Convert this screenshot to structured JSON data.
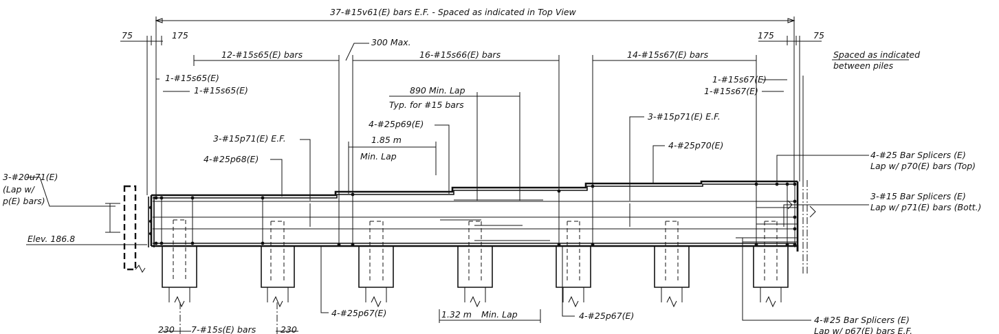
{
  "labels": {
    "top_bars": "37-#15v61(E) bars E.F. - Spaced as indicated in Top View",
    "dim_75_left": "75",
    "dim_175_left": "175",
    "dim_175_right": "175",
    "dim_75_right": "75",
    "max_300": "300 Max.",
    "bars_s65": "12-#15s65(E) bars",
    "bars_s66": "16-#15s66(E) bars",
    "bars_s67": "14-#15s67(E) bars",
    "spaced_between_piles_1": "Spaced as indicated",
    "spaced_between_piles_2": "between piles",
    "s65_a": "1-#15s65(E)",
    "s65_b": "1-#15s65(E)",
    "s67_a": "1-#15s67(E)",
    "s67_b": "1-#15s67(E)",
    "min_lap_890": "890 Min. Lap",
    "typ_15": "Typ. for #15 bars",
    "p69": "4-#25p69(E)",
    "p71_ef_left": "3-#15p71(E) E.F.",
    "p71_ef_right": "3-#15p71(E) E.F.",
    "lap_185": "1.85 m",
    "min_lap_word": "Min. Lap",
    "p68": "4-#25p68(E)",
    "p70": "4-#25p70(E)",
    "splicer_25_top_1": "4-#25 Bar Splicers (E)",
    "splicer_25_top_2": "Lap w/ p70(E) bars (Top)",
    "splicer_15_bott_1": "3-#15 Bar Splicers (E)",
    "splicer_15_bott_2": "Lap w/ p71(E) bars (Bott.)",
    "u71_1": "3-#20u71(E)",
    "u71_2": "(Lap w/",
    "u71_3": "p(E) bars)",
    "elev": "Elev. 186.8",
    "p67_left": "4-#25p67(E)",
    "lap_132": "1.32 m",
    "lap_132_min": "Min. Lap",
    "p67_right": "4-#25p67(E)",
    "splicer_25_bott_1": "4-#25 Bar Splicers (E)",
    "splicer_25_bott_2": "Lap w/ p67(E) bars E.F.",
    "dim_230_left": "230",
    "bars_s": "7-#15s(E) bars",
    "dim_230_right": "230"
  }
}
